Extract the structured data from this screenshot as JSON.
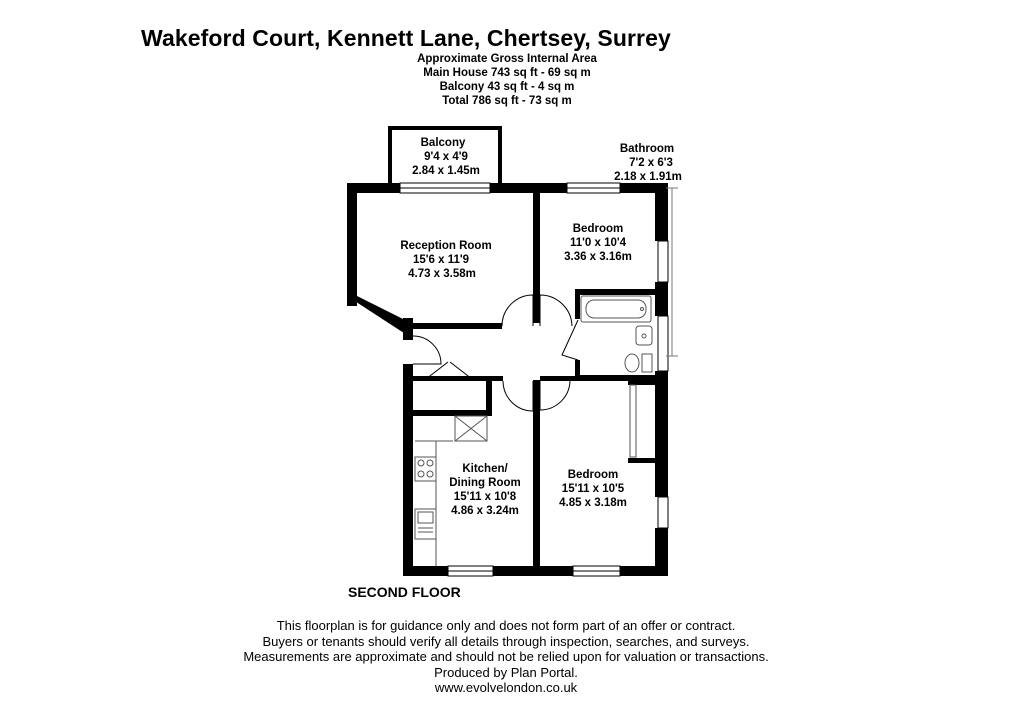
{
  "header": {
    "title": "Wakeford Court, Kennett Lane, Chertsey, Surrey",
    "area_heading": "Approximate Gross Internal Area",
    "main_house": "Main House 743 sq ft - 69 sq m",
    "balcony": "Balcony 43 sq ft - 4 sq m",
    "total": "Total 786 sq ft - 73 sq m"
  },
  "rooms": {
    "balcony": {
      "name": "Balcony",
      "imperial": "9'4 x 4'9",
      "metric": "2.84 x 1.45m"
    },
    "bathroom": {
      "name": "Bathroom",
      "imperial": "7'2 x 6'3",
      "metric": "2.18 x 1.91m"
    },
    "reception": {
      "name": "Reception Room",
      "imperial": "15'6 x 11'9",
      "metric": "4.73 x 3.58m"
    },
    "bedroom1": {
      "name": "Bedroom",
      "imperial": "11'0 x 10'4",
      "metric": "3.36 x 3.16m"
    },
    "kitchen": {
      "name1": "Kitchen/",
      "name2": "Dining Room",
      "imperial": "15'11 x 10'8",
      "metric": "4.86 x 3.24m"
    },
    "bedroom2": {
      "name": "Bedroom",
      "imperial": "15'11 x 10'5",
      "metric": "4.85 x 3.18m"
    }
  },
  "floor_label": "SECOND FLOOR",
  "disclaimer": {
    "line1": "This floorplan is for guidance only and does not form part of an offer or contract.",
    "line2": "Buyers or tenants should verify all details through inspection, searches, and surveys.",
    "line3": "Measurements are approximate and should not be relied upon for valuation or transactions.",
    "line4": "Produced by Plan Portal.",
    "line5": "www.evolvelondon.co.uk"
  },
  "colors": {
    "wall": "#000000",
    "background": "#ffffff",
    "fixture": "#555555"
  }
}
